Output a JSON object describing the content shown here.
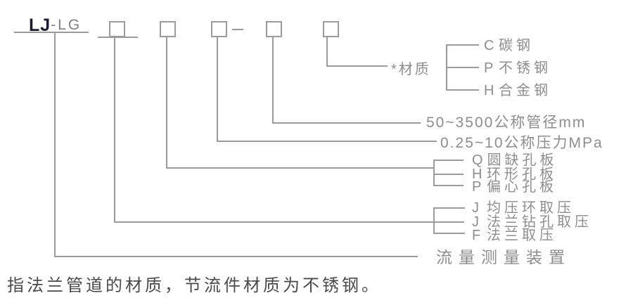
{
  "model": {
    "prefix": "LJ",
    "suffix": "-LG"
  },
  "legend": {
    "material": {
      "label": "*材质",
      "options": [
        {
          "code": "C",
          "name": "碳钢"
        },
        {
          "code": "P",
          "name": "不锈钢"
        },
        {
          "code": "H",
          "name": "合金钢"
        }
      ]
    },
    "diameter": "50~3500公称管径mm",
    "pressure": "0.25~10公称压力MPa",
    "orifice_types": [
      {
        "code": "Q",
        "name": "圆缺孔板"
      },
      {
        "code": "H",
        "name": "环形孔板"
      },
      {
        "code": "P",
        "name": "偏心孔板"
      }
    ],
    "tapping_types": [
      {
        "code": "J",
        "name": "均压环取压"
      },
      {
        "code": "J",
        "name": "法兰钻孔取压"
      },
      {
        "code": "F",
        "name": "法兰取压"
      }
    ],
    "device": "流量测量装置"
  },
  "note": "指法兰管道的材质，节流件材质为不锈钢。",
  "colors": {
    "line": "#9b9b9b",
    "label": "#8d8d8d",
    "note": "#4a4a4a",
    "model_prefix": "#1a1d31",
    "model_suffix": "#7e7e7e"
  }
}
